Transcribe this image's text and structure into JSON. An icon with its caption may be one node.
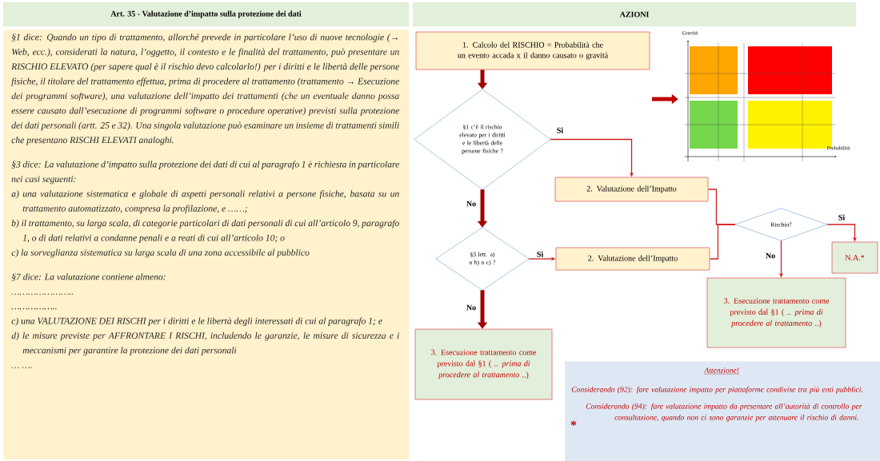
{
  "diagram": {
    "nodes": [
      {
        "text": [
          "Art. 35 - Valutazione d’impatto sulla protezione dei dati"
        ]
      },
      {
        "text": [
          "§1 dice: Quando un tipo di trattamento, allorché prevede in particolare l’uso di nuove tecnologie (→ Web, ecc.), considerati la natura, l’oggetto, il contesto e le finalità del trattamento, può presentare un RISCHIO ELEVATO (per sapere qual è il rischio devo calcolarlo!) per i diritti e le libertà delle persone fisiche, il titolare del trattamento effettua, prima di procedere al trattamento (trattamento → Esecuzione dei programmi software), una valutazione dell’impatto dei trattamenti (che un eventuale danno possa essere causato dall’esecuzione di programmi software o procedure operative) previsti sulla protezione dei dati personali (artt. 25 e 32). Una singola valutazione può esaminare un insieme di trattamenti simili che presentano RISCHI ELEVATI analoghi.",
          "§3 dice: La valutazione d’impatto sulla protezione dei dati di cui al paragrafo 1 è richiesta in particolare nei casi seguenti:",
          "a) una valutazione sistematica e globale di aspetti personali relativi a persone fisiche, basata su un trattamento automatizzato, compresa la profilazione, e ……;",
          "b) il trattamento, su larga scala, di categorie particolari di dati personali di cui all’articolo 9, paragrafo 1, o di dati relativi a condanne penali e a reati di cui all’articolo 10; o",
          "c) la sorveglianza sistematica su larga scala di una zona accessibile al pubblico",
          "§7 dice: La valutazione contiene almeno:",
          "…………………..",
          "……………..",
          "c) una VALUTAZIONE DEI RISCHI per i diritti e le libertà degli interessati di cui al paragrafo 1; e",
          "d) le misure previste per AFFRONTARE I RISCHI, includendo le garanzie, le misure di sicurezza e i meccanismi per garantire la protezione dei dati personali",
          "… …."
        ]
      },
      {
        "text": [
          "AZIONI"
        ]
      },
      {
        "text": [
          "1. Calcolo del RISCHIO = Probabilità che un evento accada x il danno causato o gravità"
        ]
      },
      {
        "text": [
          "§1 c’è il rischio elevato per i diritti e le libertà delle persone fisiche ?"
        ]
      },
      {
        "text": [
          "2. Valutazione dell’Impatto"
        ]
      },
      {
        "text": [
          "§3 lett. a) o b) o c) ?"
        ]
      },
      {
        "text": [
          "2. Valutazione dell’Impatto"
        ]
      },
      {
        "text": [
          "3. Esecuzione trattamento come previsto dal §1 ( .. *prima di procedere al trattamento* ..)"
        ]
      },
      {
        "text": [
          "Rischio?"
        ]
      },
      {
        "text": [
          "N.A.*"
        ]
      },
      {
        "text": [
          "3. Esecuzione trattamento come previsto dal §1 ( .. *prima di procedere al trattamento* ..)"
        ]
      },
      {
        "text": [
          "Attenzione!",
          "Considerando (92): fare valutazione impatto per piattaforme condivise tra più enti pubblici.",
          "Considerando (94): fare valutazione impatto da presentare all’autorità di controllo per consultazione, quando non ci sono garanzie per attenuare il rischio di danni."
        ]
      },
      {
        "text": [],
        "shape": "picture"
      }
    ],
    "edges": [
      {
        "from": 3,
        "to": 4,
        "arrow": "to",
        "style": "thick",
        "color": "#a00000"
      },
      {
        "from": 4,
        "to": 5,
        "arrow": "to",
        "label": "Si"
      },
      {
        "from": 4,
        "to": 6,
        "arrow": "to",
        "label": "No",
        "style": "thick",
        "color": "#a00000"
      },
      {
        "from": 6,
        "to": 7,
        "arrow": "to",
        "label": "Si"
      },
      {
        "from": 6,
        "to": 8,
        "arrow": "to",
        "label": "No",
        "style": "thick",
        "color": "#a00000"
      },
      {
        "from": 5,
        "to": 9,
        "arrow": "none"
      },
      {
        "from": 7,
        "to": 9,
        "arrow": "none"
      },
      {
        "from": 9,
        "to": 10,
        "arrow": "to",
        "label": "Si"
      },
      {
        "from": 9,
        "to": 11,
        "arrow": "to",
        "label": "No"
      },
      {
        "from": null,
        "to": 13,
        "arrow": "to",
        "style": "thick",
        "color": "#c00000"
      }
    ],
    "labels": [
      "Gravità",
      "Probabilità",
      "*"
    ]
  }
}
